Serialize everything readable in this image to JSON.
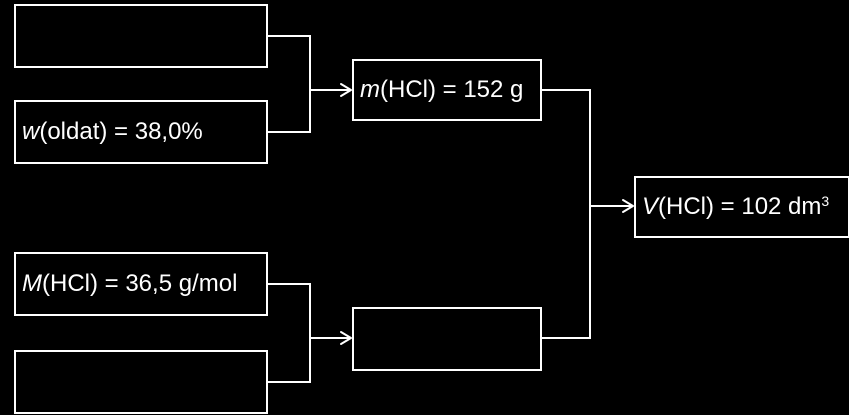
{
  "boxes": {
    "top_left": {
      "text": ""
    },
    "w_oldat": {
      "symbol": "w",
      "text": "(oldat) = 38,0%"
    },
    "m_hcl": {
      "symbol": "m",
      "text": "(HCl)  = 152 g"
    },
    "v_hcl": {
      "symbol": "V",
      "text": "(HCl)  = 102 dm",
      "superscript": "3"
    },
    "molar_mass": {
      "symbol": "M",
      "text": "(HCl)  = 36,5 g/mol"
    },
    "bottom_middle": {
      "text": ""
    },
    "bottom_left": {
      "text": ""
    }
  }
}
